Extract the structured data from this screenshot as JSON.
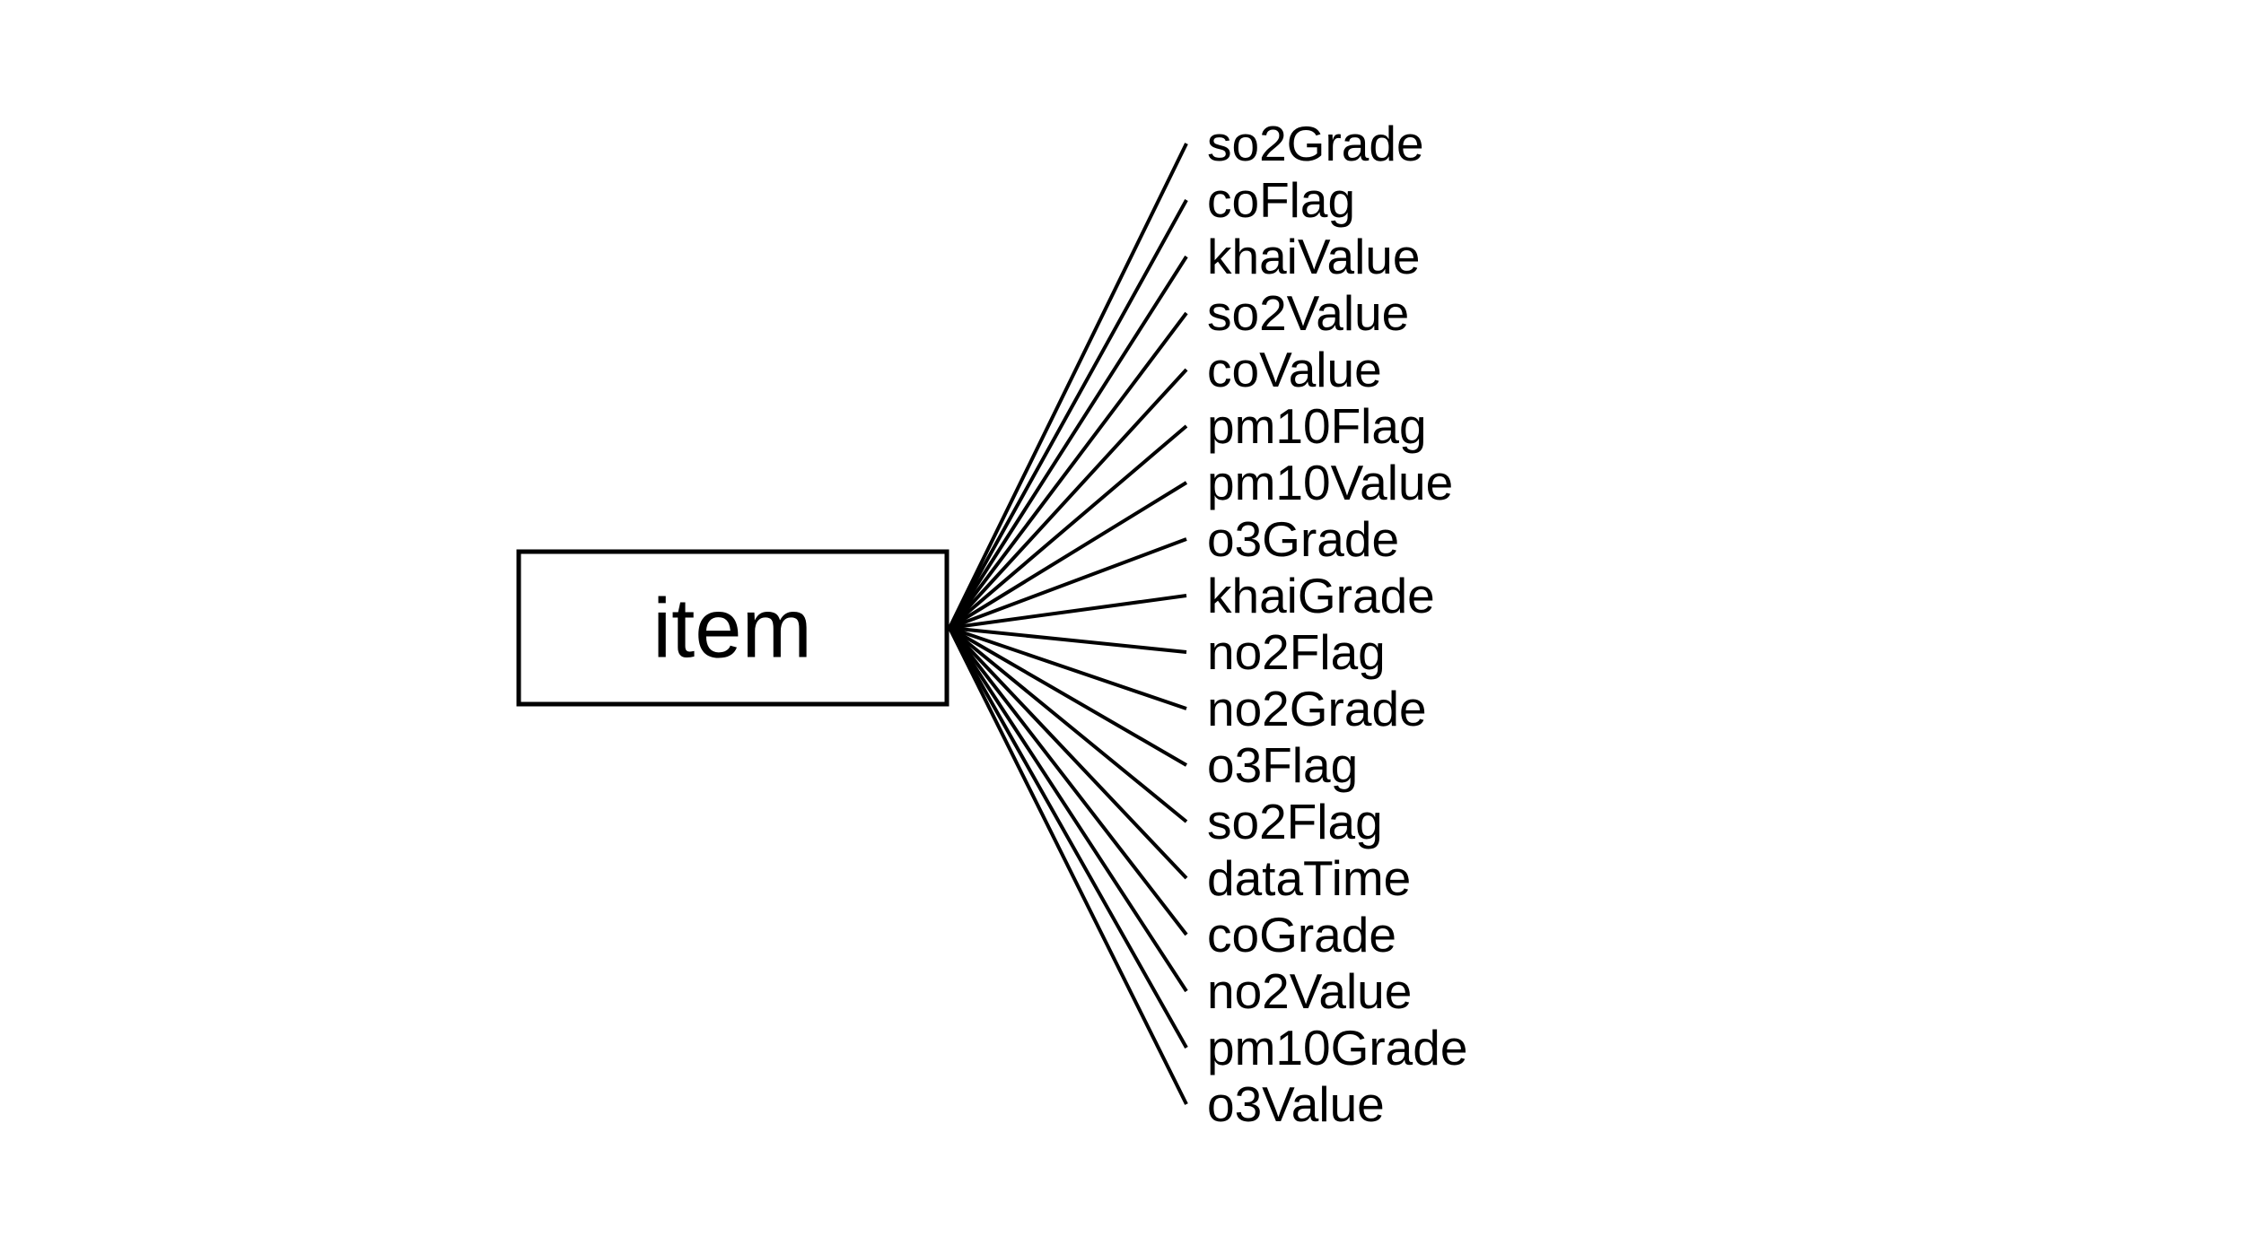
{
  "root": {
    "label": "item"
  },
  "children": [
    "so2Grade",
    "coFlag",
    "khaiValue",
    "so2Value",
    "coValue",
    "pm10Flag",
    "pm10Value",
    "o3Grade",
    "khaiGrade",
    "no2Flag",
    "no2Grade",
    "o3Flag",
    "so2Flag",
    "dataTime",
    "coGrade",
    "no2Value",
    "pm10Grade",
    "o3Value"
  ]
}
